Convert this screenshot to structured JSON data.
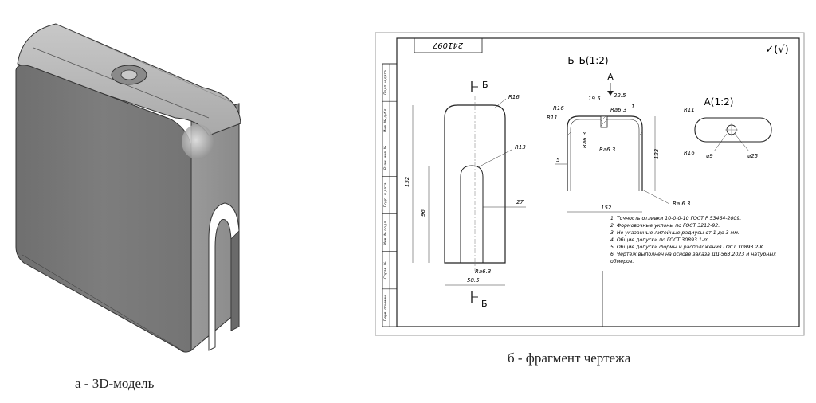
{
  "captions": {
    "a": "а - 3D-модель",
    "b": "б - фрагмент чертежа"
  },
  "drawing": {
    "doc_number": "241097",
    "roughness_symbol": "✓(√)",
    "section_label": "Б–Б(1:2)",
    "detail_label": "А(1:2)",
    "view_arrow_label": "А",
    "cut_label_top": "Б",
    "cut_label_bottom": "Б",
    "dims": {
      "r16_front": "R16",
      "r13": "R13",
      "d152_v": "152",
      "d96": "96",
      "d27": "27",
      "ra63_front": "Ra6.3",
      "d585": "58.5",
      "d195": "19.5",
      "d225": "22.5",
      "r16_sec": "R16",
      "r11_sec": "R11",
      "ra63_sec1": "Ra6.3",
      "ra63_sec2": "Ra6.3",
      "ra63_sec3": "Ra6.3",
      "d1": "1",
      "d5": "5",
      "d123": "123",
      "d152_h": "152",
      "ra63_out": "Ra 6.3",
      "r11_det": "R11",
      "r16_det": "R16",
      "d9": "⌀9",
      "d25": "⌀25"
    },
    "notes": [
      "1. Точность отливки 10-0-0-10 ГОСТ Р 53464-2009.",
      "2. Формовочные уклоны по ГОСТ 3212-92.",
      "3. Не указанные литейные радиусы от 1 до 3 мм.",
      "4. Общие допуски по ГОСТ 30893.1-m.",
      "5. Общие допуски формы и расположения ГОСТ 30893.2-K.",
      "6. Чертеж выполнен на основе заказа ДД-563.2023 и натурных",
      "обмеров."
    ],
    "side_strip": [
      "Подп. и дата",
      "Инв. № дубл.",
      "Взам. инв. №",
      "Подп. и дата",
      "Инв. № подл.",
      "Справ. №",
      "Перв. примен."
    ]
  }
}
